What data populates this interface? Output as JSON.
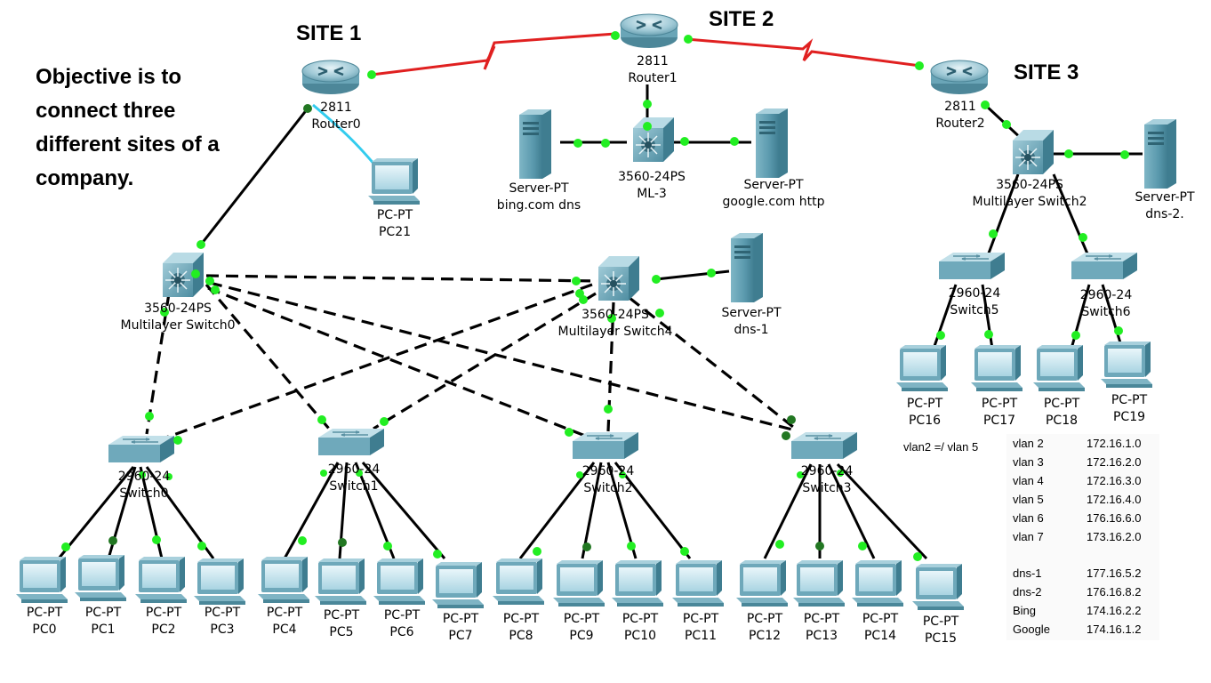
{
  "sites": {
    "site1": "SITE 1",
    "site2": "SITE 2",
    "site3": "SITE 3"
  },
  "objective": "Objective is to connect three different sites of a company.",
  "devices": {
    "router0": {
      "model": "2811",
      "name": "Router0"
    },
    "router1": {
      "model": "2811",
      "name": "Router1"
    },
    "router2": {
      "model": "2811",
      "name": "Router2"
    },
    "ml3": {
      "model": "3560-24PS",
      "name": "ML-3"
    },
    "mls0": {
      "model": "3560-24PS",
      "name": "Multilayer Switch0"
    },
    "mls4": {
      "model": "3560-24PS",
      "name": "Multilayer Switch4"
    },
    "mls2": {
      "model": "3560-24PS",
      "name": "Multilayer Switch2"
    },
    "server_bing": {
      "model": "Server-PT",
      "name": "bing.com  dns"
    },
    "server_google": {
      "model": "Server-PT",
      "name": "google.com     http"
    },
    "server_dns1": {
      "model": "Server-PT",
      "name": "dns-1"
    },
    "server_dns2": {
      "model": "Server-PT",
      "name": "dns-2."
    },
    "switch0": {
      "model": "2960-24",
      "name": "Switch0"
    },
    "switch1": {
      "model": "2960-24",
      "name": "Switch1"
    },
    "switch2": {
      "model": "2960-24",
      "name": "Switch2"
    },
    "switch3": {
      "model": "2960-24",
      "name": "Switch3"
    },
    "switch5": {
      "model": "2960-24",
      "name": "Switch5"
    },
    "switch6": {
      "model": "2960-24",
      "name": "Switch6"
    },
    "pc21": {
      "model": "PC-PT",
      "name": "PC21"
    }
  },
  "pcs": [
    {
      "model": "PC-PT",
      "name": "PC0"
    },
    {
      "model": "PC-PT",
      "name": "PC1"
    },
    {
      "model": "PC-PT",
      "name": "PC2"
    },
    {
      "model": "PC-PT",
      "name": "PC3"
    },
    {
      "model": "PC-PT",
      "name": "PC4"
    },
    {
      "model": "PC-PT",
      "name": "PC5"
    },
    {
      "model": "PC-PT",
      "name": "PC6"
    },
    {
      "model": "PC-PT",
      "name": "PC7"
    },
    {
      "model": "PC-PT",
      "name": "PC8"
    },
    {
      "model": "PC-PT",
      "name": "PC9"
    },
    {
      "model": "PC-PT",
      "name": "PC10"
    },
    {
      "model": "PC-PT",
      "name": "PC11"
    },
    {
      "model": "PC-PT",
      "name": "PC12"
    },
    {
      "model": "PC-PT",
      "name": "PC13"
    },
    {
      "model": "PC-PT",
      "name": "PC14"
    },
    {
      "model": "PC-PT",
      "name": "PC15"
    },
    {
      "model": "PC-PT",
      "name": "PC16"
    },
    {
      "model": "PC-PT",
      "name": "PC17"
    },
    {
      "model": "PC-PT",
      "name": "PC18"
    },
    {
      "model": "PC-PT",
      "name": "PC19"
    }
  ],
  "vlan_note": "vlan2 =/ vlan 5",
  "ip_table": {
    "vlans": [
      {
        "name": "vlan 2",
        "value": "172.16.1.0"
      },
      {
        "name": "vlan 3",
        "value": "172.16.2.0"
      },
      {
        "name": "vlan 4",
        "value": "172.16.3.0"
      },
      {
        "name": "vlan 5",
        "value": "172.16.4.0"
      },
      {
        "name": "vlan 6",
        "value": "176.16.6.0"
      },
      {
        "name": "vlan 7",
        "value": "173.16.2.0"
      }
    ],
    "hosts": [
      {
        "name": "dns-1",
        "value": "177.16.5.2"
      },
      {
        "name": "dns-2",
        "value": "176.16.8.2"
      },
      {
        "name": "Bing",
        "value": "174.16.2.2"
      },
      {
        "name": "Google",
        "value": "174.16.1.2"
      }
    ]
  },
  "colors": {
    "serial_link": "#e02020",
    "copper_link": "#000000",
    "console_link": "#33ccee",
    "port_up": "#22ee22",
    "port_pending": "#227722",
    "device_body": "#5e9fb3"
  }
}
